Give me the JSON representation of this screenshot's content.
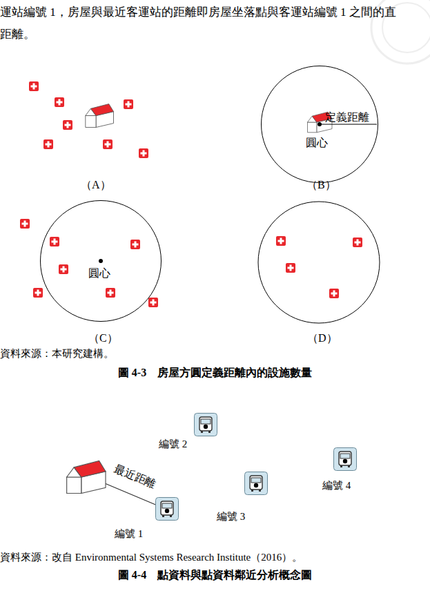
{
  "diagram": {
    "nodes": [
      {
        "text": [
          "定義距離",
          "圓心"
        ]
      },
      {
        "text": [
          "圓心"
        ]
      },
      {
        "text": [
          "編號 2"
        ]
      },
      {
        "text": [
          "編號 4"
        ]
      },
      {
        "text": [
          "編號 3"
        ]
      },
      {
        "text": [
          "編號 1"
        ]
      }
    ],
    "labels": [
      "運站編號 1，房屋與最近客運站的距離即房屋坐落點與客運站編號 1 之間的直",
      "距離。",
      "（A）",
      "（B）",
      "（C）",
      "（D）",
      "資料來源：本研究建構。",
      "圖 4-3　房屋方圓定義距離內的設施數量",
      "最近距離",
      "資料來源：改自 Environmental Systems Research Institute（2016）。",
      "圖 4-4　點資料與點資料鄰近分析概念圖"
    ]
  }
}
